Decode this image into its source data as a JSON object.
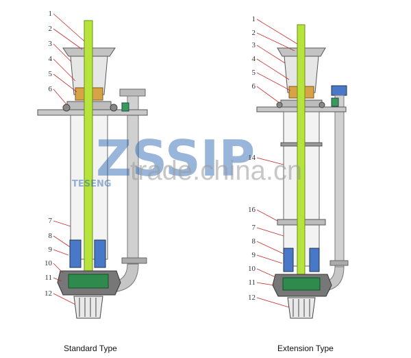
{
  "captions": {
    "standard": "Standard Type",
    "extension": "Extension Type"
  },
  "watermark": {
    "logo_letters": "ZSSIP",
    "brand_small": "TESENG",
    "site": "trade.china.cn"
  },
  "standard_labels": [
    "1",
    "2",
    "3",
    "4",
    "5",
    "6",
    "7",
    "8",
    "9",
    "10",
    "11",
    "12"
  ],
  "extension_labels": [
    "1",
    "2",
    "3",
    "4",
    "5",
    "6",
    "14",
    "16",
    "7",
    "8",
    "9",
    "10",
    "11",
    "12"
  ],
  "colors": {
    "shaft": "#b6e33c",
    "bearing": "#d8a347",
    "impeller": "#2f8a4d",
    "sleeve": "#4a78c8",
    "casing": "#6d6d6d",
    "pipe": "#c9c9c9",
    "watermark": "#1f5faf"
  }
}
